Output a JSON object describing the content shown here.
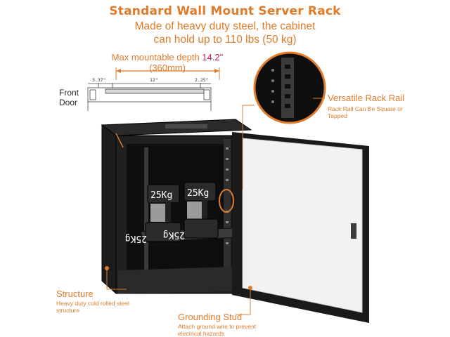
{
  "header": {
    "title": "Standard Wall Mount Server Rack",
    "subtitle_line1": "Made of heavy duty steel, the cabinet",
    "subtitle_line2": "can hold up to 110 lbs (50 kg)"
  },
  "depth": {
    "label_prefix": "Max mountable depth ",
    "value": "14.2\"",
    "metric": "(360mm)"
  },
  "diagram": {
    "dim_left": "3.37\"",
    "dim_mid": "12\"",
    "dim_right": "2.25\"",
    "front_door_line1": "Front",
    "front_door_line2": "Door"
  },
  "callouts": {
    "rail_title": "Versatile Rack Rail",
    "rail_sub": "Rack Rail Can Be Square or Tapped",
    "structure_title": "Structure",
    "structure_sub": "Heavy duty cold rolled steel structure",
    "ground_title": "Grounding Stud",
    "ground_sub": "Attach ground wire to prevent electrical hazards"
  },
  "weights": {
    "top_left": "25Kg",
    "top_right": "25Kg",
    "bottom_left": "25Kg",
    "bottom_right": "25Kg"
  },
  "colors": {
    "accent": "#e07b2a",
    "depth_value": "#c2185b",
    "cabinet": "#151515"
  }
}
